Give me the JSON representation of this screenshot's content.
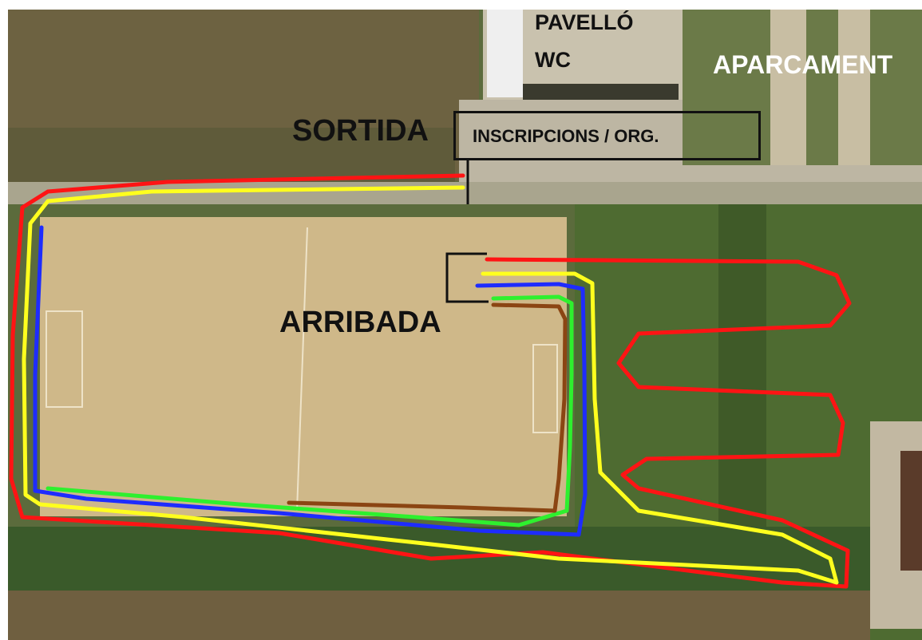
{
  "labels": {
    "pavello": "PAVELLÓ",
    "wc": "WC",
    "aparcament": "APARCAMENT",
    "sortida": "SORTIDA",
    "inscripcions": "INSCRIPCIONS / ORG.",
    "arribada": "ARRIBADA"
  },
  "route_colors": {
    "red": "#ff1414",
    "yellow": "#ffff1e",
    "blue": "#1e2cff",
    "green": "#2ef02e",
    "brown": "#8b4513"
  }
}
